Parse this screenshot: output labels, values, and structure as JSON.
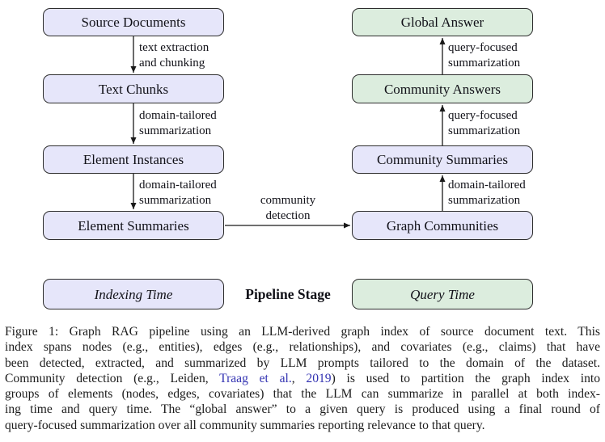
{
  "figure": {
    "left_column": {
      "boxes": [
        "Source Documents",
        "Text Chunks",
        "Element Instances",
        "Element Summaries"
      ],
      "edges": [
        [
          "text extraction",
          "and chunking"
        ],
        [
          "domain-tailored",
          "summarization"
        ],
        [
          "domain-tailored",
          "summarization"
        ]
      ],
      "footer": "Indexing Time"
    },
    "right_column": {
      "boxes": [
        "Global Answer",
        "Community Answers",
        "Community Summaries",
        "Graph Communities"
      ],
      "edges": [
        [
          "query-focused",
          "summarization"
        ],
        [
          "query-focused",
          "summarization"
        ],
        [
          "domain-tailored",
          "summarization"
        ]
      ],
      "footer": "Query Time"
    },
    "center": {
      "cross_edge": [
        "community",
        "detection"
      ],
      "stage_label": "Pipeline Stage"
    },
    "colors": {
      "indexing_box_fill": "#e6e6fa",
      "query_box_fill": "#dcedde",
      "box_border": "#2d2d2d",
      "arrow": "#1a1a1a",
      "citation_link": "#3333b2"
    }
  },
  "caption": {
    "line1": "Figure 1: Graph RAG pipeline using an LLM-derived graph index of source document text. This",
    "line2": "index spans nodes (e.g., entities), edges (e.g., relationships), and covariates (e.g., claims) that have",
    "line3": "been detected, extracted, and summarized by LLM prompts tailored to the domain of the dataset.",
    "line4": {
      "pre": "Community detection (e.g., Leiden, ",
      "link1": "Traag et al.",
      "mid": ", ",
      "link2": "2019",
      "post": ") is used to partition the graph index into"
    },
    "line5": "groups of elements (nodes, edges, covariates) that the LLM can summarize in parallel at both index-",
    "line6": "ing time and query time. The “global answer” to a given query is produced using a final round of",
    "line7": "query-focused summarization over all community summaries reporting relevance to that query."
  }
}
